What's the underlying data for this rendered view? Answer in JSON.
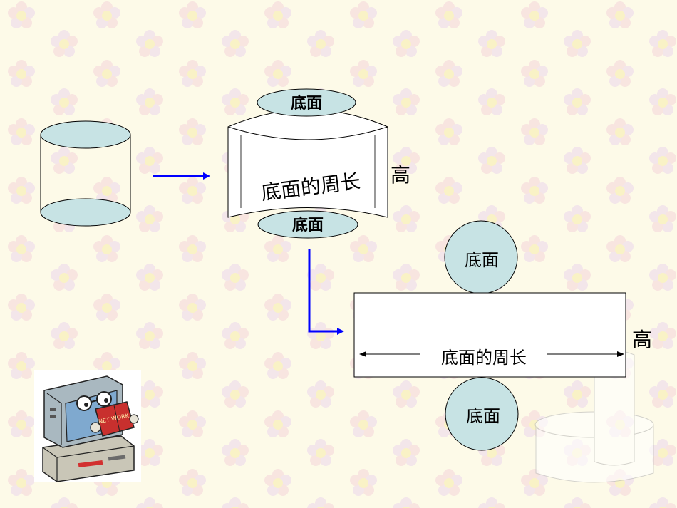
{
  "labels": {
    "top_base": "底面",
    "bottom_base": "底面",
    "side_curved": "底面的周长",
    "side_height": "高",
    "circle_top": "底面",
    "circle_bottom": "底面",
    "rect_width": "底面的周长",
    "rect_height": "高"
  },
  "clipart": {
    "book_text": "NET WORK"
  },
  "colors": {
    "background": "#fdfae8",
    "face_fill": "#c7e3e4",
    "arrow": "#0000ff",
    "outline": "#000000"
  }
}
